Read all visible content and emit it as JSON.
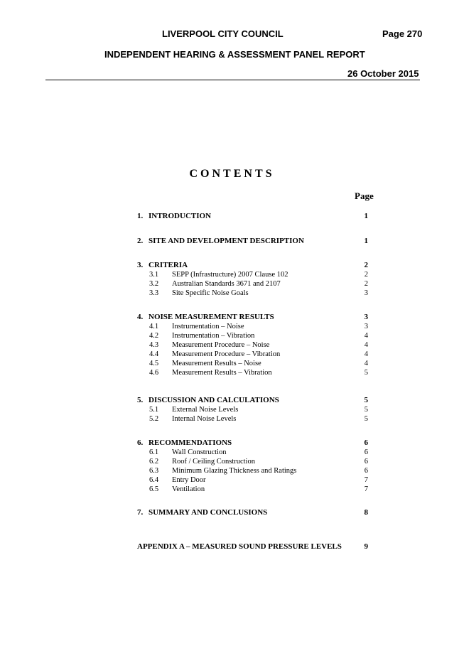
{
  "header": {
    "council": "LIVERPOOL CITY COUNCIL",
    "page": "Page 270",
    "panel": "INDEPENDENT HEARING & ASSESSMENT PANEL REPORT",
    "date": "26 October 2015"
  },
  "contents": {
    "title": "CONTENTS",
    "page_label": "Page",
    "entries": [
      {
        "num": "1.",
        "title": "INTRODUCTION",
        "page": "1"
      },
      {
        "num": "2.",
        "title": "SITE AND DEVELOPMENT DESCRIPTION",
        "page": "1"
      },
      {
        "num": "3.",
        "title": "CRITERIA",
        "page": "2"
      },
      {
        "num": "3.1",
        "title": "SEPP (Infrastructure) 2007 Clause 102",
        "page": "2"
      },
      {
        "num": "3.2",
        "title": "Australian Standards 3671 and 2107",
        "page": "2"
      },
      {
        "num": "3.3",
        "title": "Site Specific Noise Goals",
        "page": "3"
      },
      {
        "num": "4.",
        "title": "NOISE MEASUREMENT RESULTS",
        "page": "3"
      },
      {
        "num": "4.1",
        "title": "Instrumentation – Noise",
        "page": "3"
      },
      {
        "num": "4.2",
        "title": "Instrumentation – Vibration",
        "page": "4"
      },
      {
        "num": "4.3",
        "title": "Measurement Procedure – Noise",
        "page": "4"
      },
      {
        "num": "4.4",
        "title": "Measurement Procedure – Vibration",
        "page": "4"
      },
      {
        "num": "4.5",
        "title": "Measurement Results – Noise",
        "page": "4"
      },
      {
        "num": "4.6",
        "title": "Measurement Results – Vibration",
        "page": "5"
      },
      {
        "num": "5.",
        "title": "DISCUSSION AND CALCULATIONS",
        "page": "5"
      },
      {
        "num": "5.1",
        "title": "External Noise Levels",
        "page": "5"
      },
      {
        "num": "5.2",
        "title": "Internal Noise Levels",
        "page": "5"
      },
      {
        "num": "6.",
        "title": "RECOMMENDATIONS",
        "page": "6"
      },
      {
        "num": "6.1",
        "title": "Wall Construction",
        "page": "6"
      },
      {
        "num": "6.2",
        "title": "Roof / Ceiling Construction",
        "page": "6"
      },
      {
        "num": "6.3",
        "title": "Minimum Glazing Thickness and Ratings",
        "page": "6"
      },
      {
        "num": "6.4",
        "title": "Entry Door",
        "page": "7"
      },
      {
        "num": "6.5",
        "title": "Ventilation",
        "page": "7"
      },
      {
        "num": "7.",
        "title": "SUMMARY AND CONCLUSIONS",
        "page": "8"
      },
      {
        "num": "",
        "title": "APPENDIX A – MEASURED SOUND PRESSURE LEVELS",
        "page": "9"
      }
    ]
  }
}
